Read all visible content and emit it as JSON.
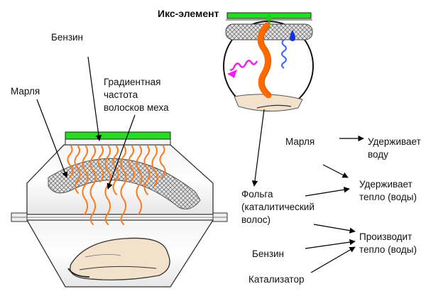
{
  "diagram": {
    "title": "Икс-элемент",
    "labels": {
      "gasoline_left": "Бензин",
      "fur_line1": "Градиентная",
      "fur_line2": "частота",
      "fur_line3": "волосков меха",
      "gauze_left": "Марля",
      "gauze_right": "Марля",
      "holds_water_line1": "Удерживает",
      "holds_water_line2": "воду",
      "holds_heat_line1": "Удерживает",
      "holds_heat_line2": "тепло (воды)",
      "foil_line1": "Фольга",
      "foil_line2": "(каталитический",
      "foil_line3": "волос)",
      "produces_heat_line1": "Производит",
      "produces_heat_line2": "тепло (воды)",
      "gasoline_right": "Бензин",
      "catalyst": "Катализатор"
    },
    "colors": {
      "green_layer": "#22dd22",
      "fur_hair": "#ff7a1a",
      "foil_hair": "#ff6a00",
      "heat_wave": "#ee22ee",
      "water_wave": "#3366ff",
      "water_drop": "#1133dd",
      "meat": "#f2e2cc",
      "gauze": "#dddddd"
    },
    "icons": [
      "water-drop-icon",
      "up-arrow-icon"
    ]
  }
}
